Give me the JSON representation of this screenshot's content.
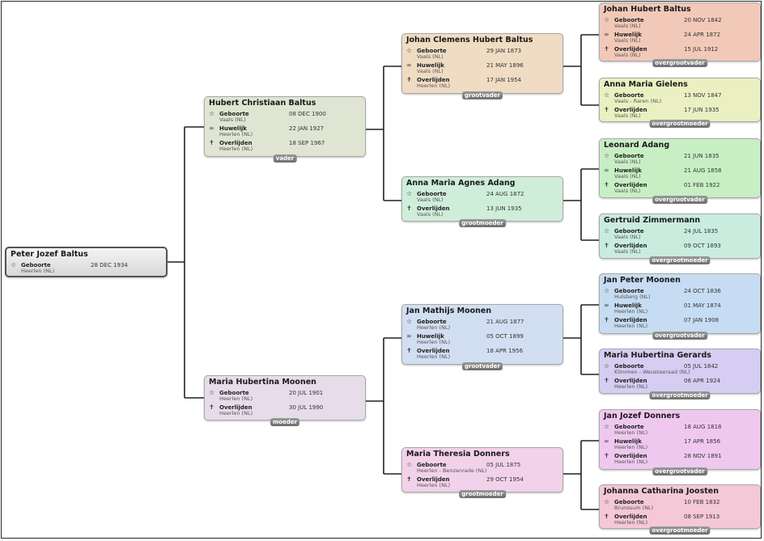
{
  "people": {
    "root": {
      "name": "Peter Jozef Baltus",
      "events": [
        {
          "type": "Geboorte",
          "date": "28 DEC 1934",
          "place": "Heerlen (NL)",
          "icon": "star-icon"
        }
      ]
    },
    "father": {
      "name": "Hubert Christiaan Baltus",
      "role": "vader",
      "color": "#dfe5d2",
      "events": [
        {
          "type": "Geboorte",
          "date": "08 DEC 1900",
          "place": "Vaals (NL)",
          "icon": "star-icon"
        },
        {
          "type": "Huwelijk",
          "date": "22 JAN 1927",
          "place": "Heerlen (NL)",
          "icon": "rings-icon"
        },
        {
          "type": "Overlijden",
          "date": "18 SEP 1967",
          "place": "Heerlen (NL)",
          "icon": "cross-icon"
        }
      ]
    },
    "mother": {
      "name": "Maria Hubertina Moonen",
      "role": "moeder",
      "color": "#e6dcea",
      "events": [
        {
          "type": "Geboorte",
          "date": "20 JUL 1901",
          "place": "Heerlen (NL)",
          "icon": "star-icon"
        },
        {
          "type": "Overlijden",
          "date": "30 JUL 1990",
          "place": "Heerlen (NL)",
          "icon": "cross-icon"
        }
      ]
    },
    "ff": {
      "name": "Johan Clemens Hubert Baltus",
      "role": "grootvader",
      "color": "#efdcc3",
      "events": [
        {
          "type": "Geboorte",
          "date": "29 JAN 1873",
          "place": "Vaals (NL)",
          "icon": "star-icon"
        },
        {
          "type": "Huwelijk",
          "date": "21 MAY 1896",
          "place": "Vaals (NL)",
          "icon": "rings-icon"
        },
        {
          "type": "Overlijden",
          "date": "17 JAN 1954",
          "place": "Heerlen (NL)",
          "icon": "cross-icon"
        }
      ]
    },
    "fm": {
      "name": "Anna Maria Agnes Adang",
      "role": "grootmoeder",
      "color": "#cfeed9",
      "events": [
        {
          "type": "Geboorte",
          "date": "24 AUG 1872",
          "place": "Vaals (NL)",
          "icon": "star-icon"
        },
        {
          "type": "Overlijden",
          "date": "13 JUN 1935",
          "place": "Vaals (NL)",
          "icon": "cross-icon"
        }
      ]
    },
    "mf": {
      "name": "Jan Mathijs Moonen",
      "role": "grootvader",
      "color": "#d2def2",
      "events": [
        {
          "type": "Geboorte",
          "date": "21 AUG 1877",
          "place": "Heerlen (NL)",
          "icon": "star-icon"
        },
        {
          "type": "Huwelijk",
          "date": "05 OCT 1899",
          "place": "Heerlen (NL)",
          "icon": "rings-icon"
        },
        {
          "type": "Overlijden",
          "date": "18 APR 1956",
          "place": "Heerlen (NL)",
          "icon": "cross-icon"
        }
      ]
    },
    "mm": {
      "name": "Maria Theresia Donners",
      "role": "grootmoeder",
      "color": "#f2d2ea",
      "events": [
        {
          "type": "Geboorte",
          "date": "05 JUL 1875",
          "place": "Heerlen - Benzenrade (NL)",
          "icon": "star-icon"
        },
        {
          "type": "Overlijden",
          "date": "29 OCT 1954",
          "place": "Heerlen (NL)",
          "icon": "cross-icon"
        }
      ]
    },
    "fff": {
      "name": "Johan Hubert Baltus",
      "role": "overgrootvader",
      "color": "#f2c9b8",
      "events": [
        {
          "type": "Geboorte",
          "date": "20 NOV 1842",
          "place": "Vaals (NL)",
          "icon": "star-icon"
        },
        {
          "type": "Huwelijk",
          "date": "24 APR 1872",
          "place": "Vaals (NL)",
          "icon": "rings-icon"
        },
        {
          "type": "Overlijden",
          "date": "15 JUL 1912",
          "place": "Vaals (NL)",
          "icon": "cross-icon"
        }
      ]
    },
    "ffm": {
      "name": "Anna Maria Gielens",
      "role": "overgrootmoeder",
      "color": "#eaf0c2",
      "events": [
        {
          "type": "Geboorte",
          "date": "13 NOV 1847",
          "place": "Vaals - Raren (NL)",
          "icon": "star-icon"
        },
        {
          "type": "Overlijden",
          "date": "17 JUN 1935",
          "place": "Vaals (NL)",
          "icon": "cross-icon"
        }
      ]
    },
    "fmf": {
      "name": "Leonard Adang",
      "role": "overgrootvader",
      "color": "#c8efc4",
      "events": [
        {
          "type": "Geboorte",
          "date": "21 JUN 1835",
          "place": "Vaals (NL)",
          "icon": "star-icon"
        },
        {
          "type": "Huwelijk",
          "date": "21 AUG 1858",
          "place": "Vaals (NL)",
          "icon": "rings-icon"
        },
        {
          "type": "Overlijden",
          "date": "01 FEB 1922",
          "place": "Vaals (NL)",
          "icon": "cross-icon"
        }
      ]
    },
    "fmm": {
      "name": "Gertruid Zimmermann",
      "role": "overgrootmoeder",
      "color": "#c9ecdf",
      "events": [
        {
          "type": "Geboorte",
          "date": "24 JUL 1835",
          "place": "Vaals (NL)",
          "icon": "star-icon"
        },
        {
          "type": "Overlijden",
          "date": "09 OCT 1893",
          "place": "Vaals (NL)",
          "icon": "cross-icon"
        }
      ]
    },
    "mff": {
      "name": "Jan Peter Moonen",
      "role": "overgrootvader",
      "color": "#c6dcf2",
      "events": [
        {
          "type": "Geboorte",
          "date": "24 OCT 1836",
          "place": "Hulsberg (NL)",
          "icon": "star-icon"
        },
        {
          "type": "Huwelijk",
          "date": "01 MAY 1874",
          "place": "Heerlen (NL)",
          "icon": "rings-icon"
        },
        {
          "type": "Overlijden",
          "date": "07 JAN 1908",
          "place": "Heerlen (NL)",
          "icon": "cross-icon"
        }
      ]
    },
    "mfm": {
      "name": "Maria Hubertina Gerards",
      "role": "overgrootmoeder",
      "color": "#d6cdf2",
      "events": [
        {
          "type": "Geboorte",
          "date": "05 JUL 1842",
          "place": "Klimmen - Weusteeraad (NL)",
          "icon": "star-icon"
        },
        {
          "type": "Overlijden",
          "date": "08 APR 1924",
          "place": "Heerlen (NL)",
          "icon": "cross-icon"
        }
      ]
    },
    "mmf": {
      "name": "Jan Jozef Donners",
      "role": "overgrootvader",
      "color": "#efc8ef",
      "events": [
        {
          "type": "Geboorte",
          "date": "18 AUG 1818",
          "place": "Heerlen (NL)",
          "icon": "star-icon"
        },
        {
          "type": "Huwelijk",
          "date": "17 APR 1856",
          "place": "Heerlen (NL)",
          "icon": "rings-icon"
        },
        {
          "type": "Overlijden",
          "date": "28 NOV 1891",
          "place": "Heerlen (NL)",
          "icon": "cross-icon"
        }
      ]
    },
    "mmm": {
      "name": "Johanna Catharina Joosten",
      "role": "overgrootmoeder",
      "color": "#f4c8d6",
      "events": [
        {
          "type": "Geboorte",
          "date": "10 FEB 1832",
          "place": "Brunssum (NL)",
          "icon": "star-icon"
        },
        {
          "type": "Overlijden",
          "date": "08 SEP 1913",
          "place": "Heerlen (NL)",
          "icon": "cross-icon"
        }
      ]
    }
  }
}
